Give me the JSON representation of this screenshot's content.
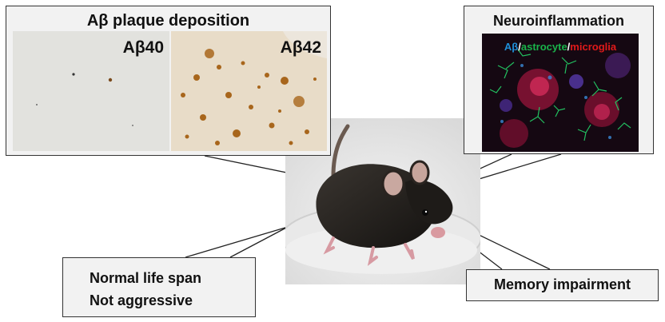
{
  "plaque": {
    "title": "Aβ plaque deposition",
    "panel_left_label": "Aβ40",
    "panel_right_label": "Aβ42"
  },
  "neuro": {
    "title": "Neuroinflammation",
    "stain_ab": "Aβ",
    "stain_sep": "/",
    "stain_astro": "astrocyte",
    "stain_micro": "microglia"
  },
  "phenotype": {
    "line1": "Normal life span",
    "line2": "Not aggressive"
  },
  "memory": {
    "label": "Memory impairment"
  },
  "colors": {
    "box_fill": "#f2f2f2",
    "box_border": "#333333",
    "stain_ab": "#1f8fd8",
    "stain_astro": "#19b34a",
    "stain_micro": "#e01a1a",
    "plaque_stain": "#a8661c"
  }
}
